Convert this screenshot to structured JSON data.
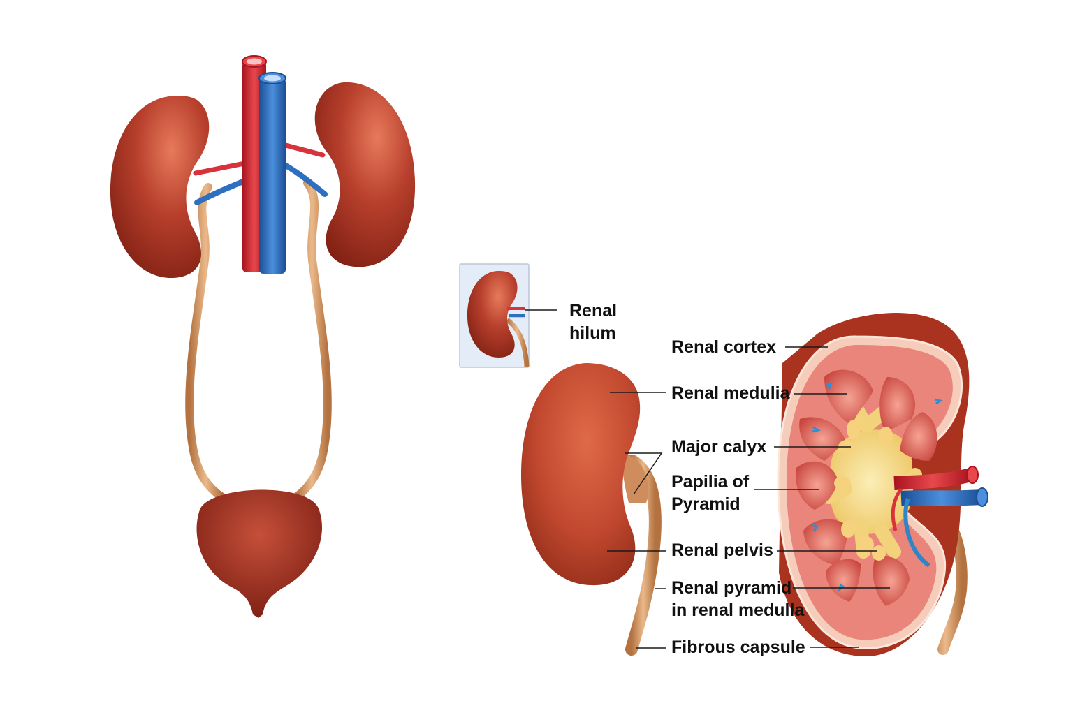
{
  "labels": {
    "renal_hilum": [
      "Renal",
      "hilum"
    ],
    "renal_cortex": "Renal cortex",
    "renal_medulla": "Renal medulia",
    "major_calyx": "Major calyx",
    "papilla_of_pyramid": [
      "Papilia of",
      "Pyramid"
    ],
    "renal_pelvis": "Renal pelvis",
    "renal_pyramid": [
      "Renal pyramid",
      "in renal medulla"
    ],
    "fibrous_capsule": "Fibrous capsule"
  },
  "colors": {
    "kidney": "#b73f2c",
    "kidney_dark": "#7e1f12",
    "kidney_light": "#e2704e",
    "artery": "#d8333a",
    "vein": "#2e6fc0",
    "ureter": "#d9a06f",
    "medulla": "#e98a78",
    "pelvis": "#f3dd8a",
    "leader_line": "#1a1a1a"
  }
}
